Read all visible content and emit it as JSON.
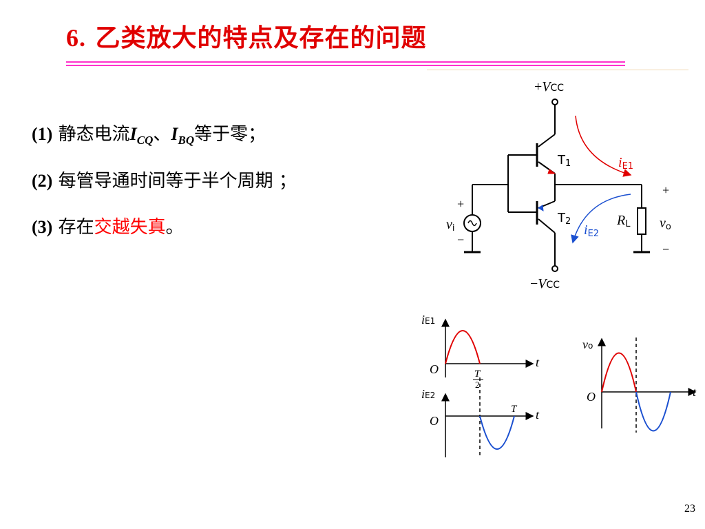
{
  "title": {
    "number": "6.",
    "text": "乙类放大的特点及存在的问题"
  },
  "points": [
    {
      "num": "(1)",
      "pre": "静态电流",
      "i1": "I",
      "s1": "CQ",
      "sep": "、",
      "i2": "I",
      "s2": "BQ",
      "post": "等于零；"
    },
    {
      "num": "(2)",
      "text": "每管导通时间等于半个周期 ；"
    },
    {
      "num": "(3)",
      "pre": "存在",
      "highlight": "交越失真",
      "post": "。"
    }
  ],
  "circuit": {
    "vcc_pos_sign": "+",
    "vcc_pos_v": "V",
    "vcc_pos_sub": "CC",
    "vcc_neg_sign": "−",
    "vcc_neg_v": "V",
    "vcc_neg_sub": "CC",
    "t1": "T",
    "t1_sub": "1",
    "t2": "T",
    "t2_sub": "2",
    "ie1": "i",
    "ie1_sub": "E1",
    "ie2": "i",
    "ie2_sub": "E2",
    "vi": "v",
    "vi_sub": "i",
    "vi_plus": "+",
    "vi_minus": "−",
    "rl": "R",
    "rl_sub": "L",
    "vo": "v",
    "vo_sub": "o",
    "vo_plus": "+",
    "vo_minus": "−"
  },
  "graphs": {
    "ie1_label": "i",
    "ie1_sub": "E1",
    "ie2_label": "i",
    "ie2_sub": "E2",
    "vo_label": "v",
    "vo_sub": "o",
    "origin": "O",
    "t_axis": "t",
    "half_period_num": "T",
    "half_period_den": "2",
    "period": "T"
  },
  "colors": {
    "title": "#e00000",
    "rule": "#ff33cc",
    "positive": "#e00000",
    "negative": "#1a4fd0"
  },
  "page_number": "23"
}
